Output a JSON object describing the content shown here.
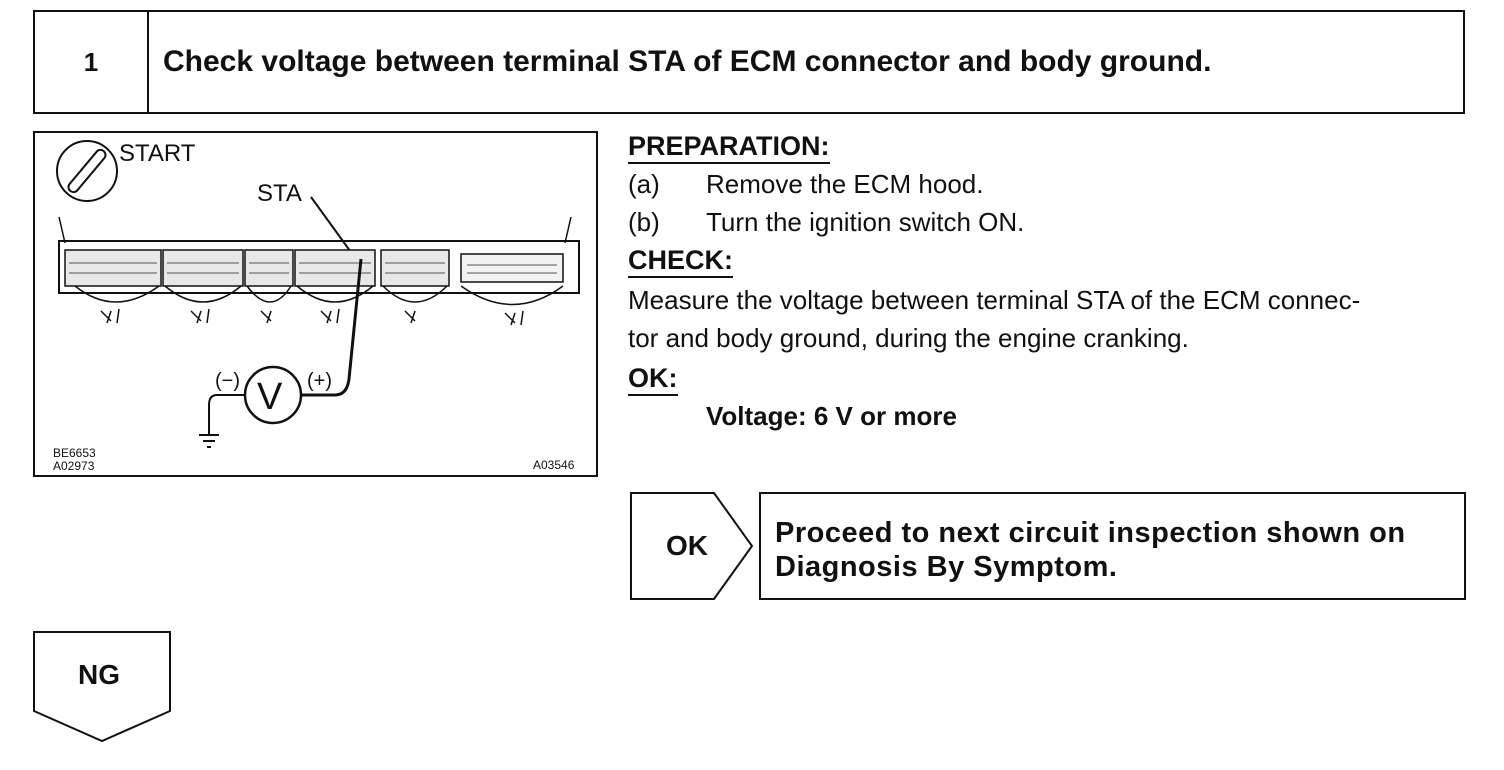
{
  "step": {
    "number": "1",
    "title": "Check voltage between terminal STA of ECM connector and body ground."
  },
  "figure": {
    "label_start": "START",
    "label_sta": "STA",
    "label_minus": "(−)",
    "label_plus": "(+)",
    "meter_symbol": "V",
    "code_1": "BE6653",
    "code_2": "A02973",
    "code_3": "A03546"
  },
  "instructions": {
    "preparation_heading": "PREPARATION:",
    "preparation_steps": [
      {
        "label": "(a)",
        "text": "Remove the ECM hood."
      },
      {
        "label": "(b)",
        "text": "Turn the ignition switch ON."
      }
    ],
    "check_heading": "CHECK:",
    "check_line_1": "Measure the voltage between terminal STA of the ECM connec-",
    "check_line_2": "tor and body ground, during the engine cranking.",
    "ok_heading": "OK:",
    "ok_spec": "Voltage: 6 V or more"
  },
  "results": {
    "ok_label": "OK",
    "ok_text_line_1": "Proceed to next circuit inspection shown on",
    "ok_text_line_2": "Diagnosis By Symptom.",
    "ng_label": "NG"
  }
}
